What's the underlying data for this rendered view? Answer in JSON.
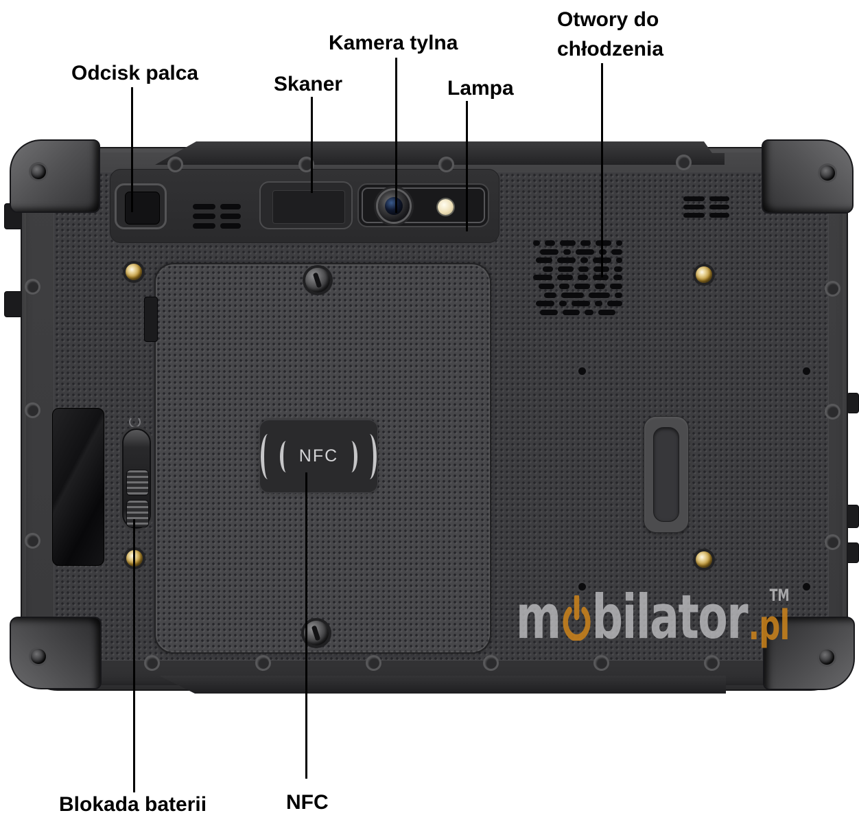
{
  "annotations": {
    "fingerprint": "Odcisk palca",
    "scanner": "Skaner",
    "rear_camera": "Kamera tylna",
    "lamp": "Lampa",
    "cooling_vents": "Otwory do\nchłodzenia",
    "battery_lock": "Blokada baterii",
    "nfc": "NFC"
  },
  "device": {
    "nfc_badge": "NFC"
  },
  "logo": {
    "part1": "m",
    "part2": "bilator",
    "tld": ".pl",
    "tm": "TM"
  },
  "colors": {
    "label_text": "#000000",
    "body_dark": "#3d3d40",
    "logo_gray": "#c8c8ca",
    "logo_orange": "#c9821c",
    "gold_screw": "#b98f2c"
  }
}
